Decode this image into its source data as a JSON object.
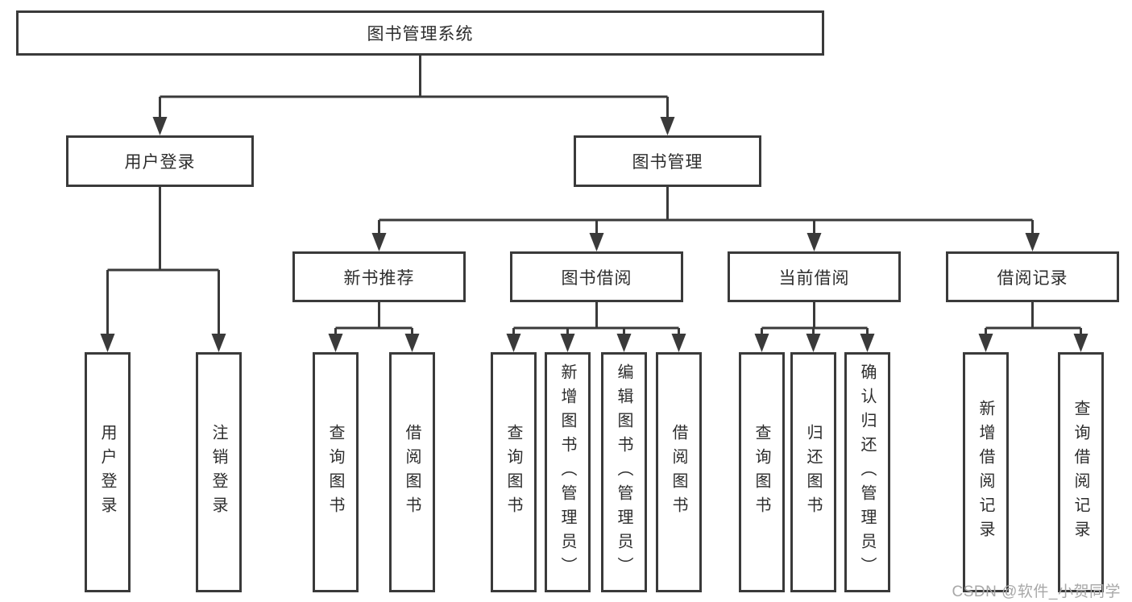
{
  "colors": {
    "line": "#3a3a3a",
    "box_border": "#3a3a3a",
    "text": "#2d2d2d",
    "watermark": "#a8a8a8",
    "background": "#ffffff"
  },
  "watermark": {
    "text": "CSDN @软件_小贺同学"
  },
  "tree": {
    "label": "图书管理系统",
    "children": [
      {
        "label": "用户登录",
        "children": [
          {
            "label": "用户登录"
          },
          {
            "label": "注销登录"
          }
        ]
      },
      {
        "label": "图书管理",
        "children": [
          {
            "label": "新书推荐",
            "children": [
              {
                "label": "查询图书"
              },
              {
                "label": "借阅图书"
              }
            ]
          },
          {
            "label": "图书借阅",
            "children": [
              {
                "label": "查询图书"
              },
              {
                "label": "新增图书（管理员）"
              },
              {
                "label": "编辑图书（管理员）"
              },
              {
                "label": "借阅图书"
              }
            ]
          },
          {
            "label": "当前借阅",
            "children": [
              {
                "label": "查询图书"
              },
              {
                "label": "归还图书"
              },
              {
                "label": "确认归还（管理员）"
              }
            ]
          },
          {
            "label": "借阅记录",
            "children": [
              {
                "label": "新增借阅记录"
              },
              {
                "label": "查询借阅记录"
              }
            ]
          }
        ]
      }
    ]
  }
}
